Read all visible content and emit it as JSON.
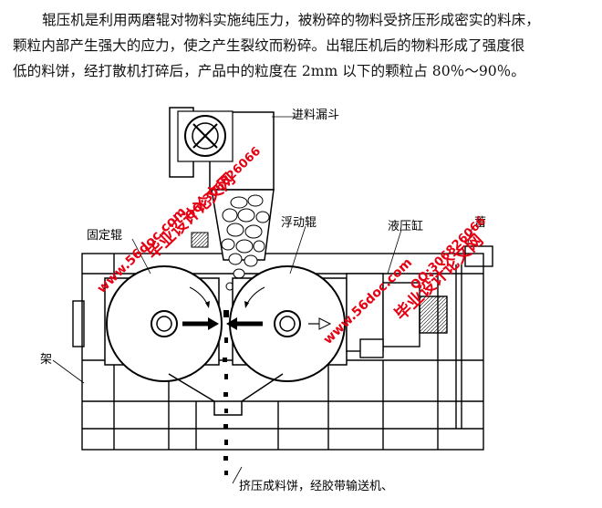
{
  "paragraph": {
    "line1": "辊压机是利用两磨辊对物料实施纯压力，被粉碎的物料受挤压形成密实的料床，",
    "line2": "颗粒内部产生强大的应力，使之产生裂纹而粉碎。出辊压机后的物料形成了强度很",
    "line3": "低的料饼，经打散机打碎后，产品中的粒度在 2mm 以下的颗粒占 80％～90％。"
  },
  "diagram": {
    "labels": {
      "hopper": "进料漏斗",
      "fixed_roller": "固定辊",
      "floating_roller": "浮动辊",
      "hydraulic_cylinder": "液压缸",
      "accumulator": "蓄",
      "frame": "架",
      "output": "挤压成料饼，经胶带输送机、"
    },
    "watermarks": {
      "left_site": "www.56doc.com",
      "left_title": "毕业设计论文网",
      "left_qq": "QQ:306826066",
      "right_site": "www.56doc.com",
      "right_title": "毕业设计论文网",
      "right_qq": "QQ:306826066"
    }
  }
}
